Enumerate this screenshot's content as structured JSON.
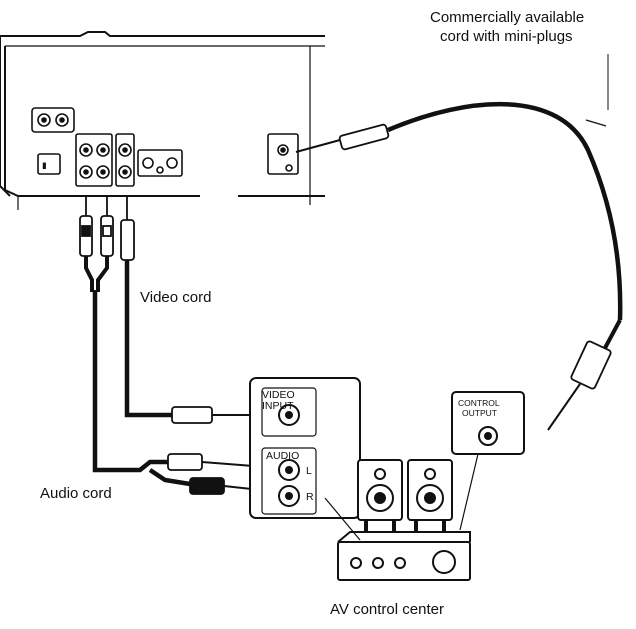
{
  "labels": {
    "cord_note_line1": "Commercially available",
    "cord_note_line2": "cord with mini-plugs",
    "video_cord": "Video cord",
    "audio_cord": "Audio cord",
    "av_center": "AV control center"
  },
  "panel": {
    "video_input_line1": "VIDEO",
    "video_input_line2": "INPUT",
    "audio": "AUDIO",
    "left": "L",
    "right": "R"
  },
  "control_output": {
    "line1": "CONTROL",
    "line2": "OUTPUT"
  },
  "colors": {
    "line": "#111111",
    "background": "#ffffff"
  }
}
